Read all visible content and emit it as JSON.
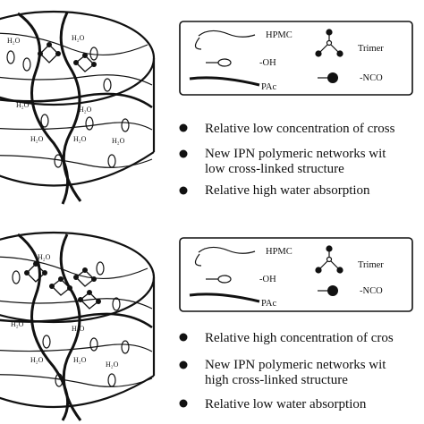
{
  "panels": [
    {
      "legend": {
        "hpmc": "HPMC",
        "oh": "-OH",
        "pac": "PAc",
        "trimer": "Trimer",
        "nco": "-NCO"
      },
      "bullets": [
        {
          "lines": [
            "Relative low concentration of cross"
          ]
        },
        {
          "lines": [
            "New IPN polymeric networks wit",
            "low cross-linked structure"
          ]
        },
        {
          "lines": [
            "Relative high water absorption"
          ]
        }
      ],
      "water_label": "H₂O"
    },
    {
      "legend": {
        "hpmc": "HPMC",
        "oh": "-OH",
        "pac": "PAc",
        "trimer": "Trimer",
        "nco": "-NCO"
      },
      "bullets": [
        {
          "lines": [
            "Relative high concentration of cros"
          ]
        },
        {
          "lines": [
            "New IPN polymeric networks wit",
            "high cross-linked structure"
          ]
        },
        {
          "lines": [
            "Relative low water absorption"
          ]
        }
      ],
      "water_label": "H₂O"
    }
  ]
}
